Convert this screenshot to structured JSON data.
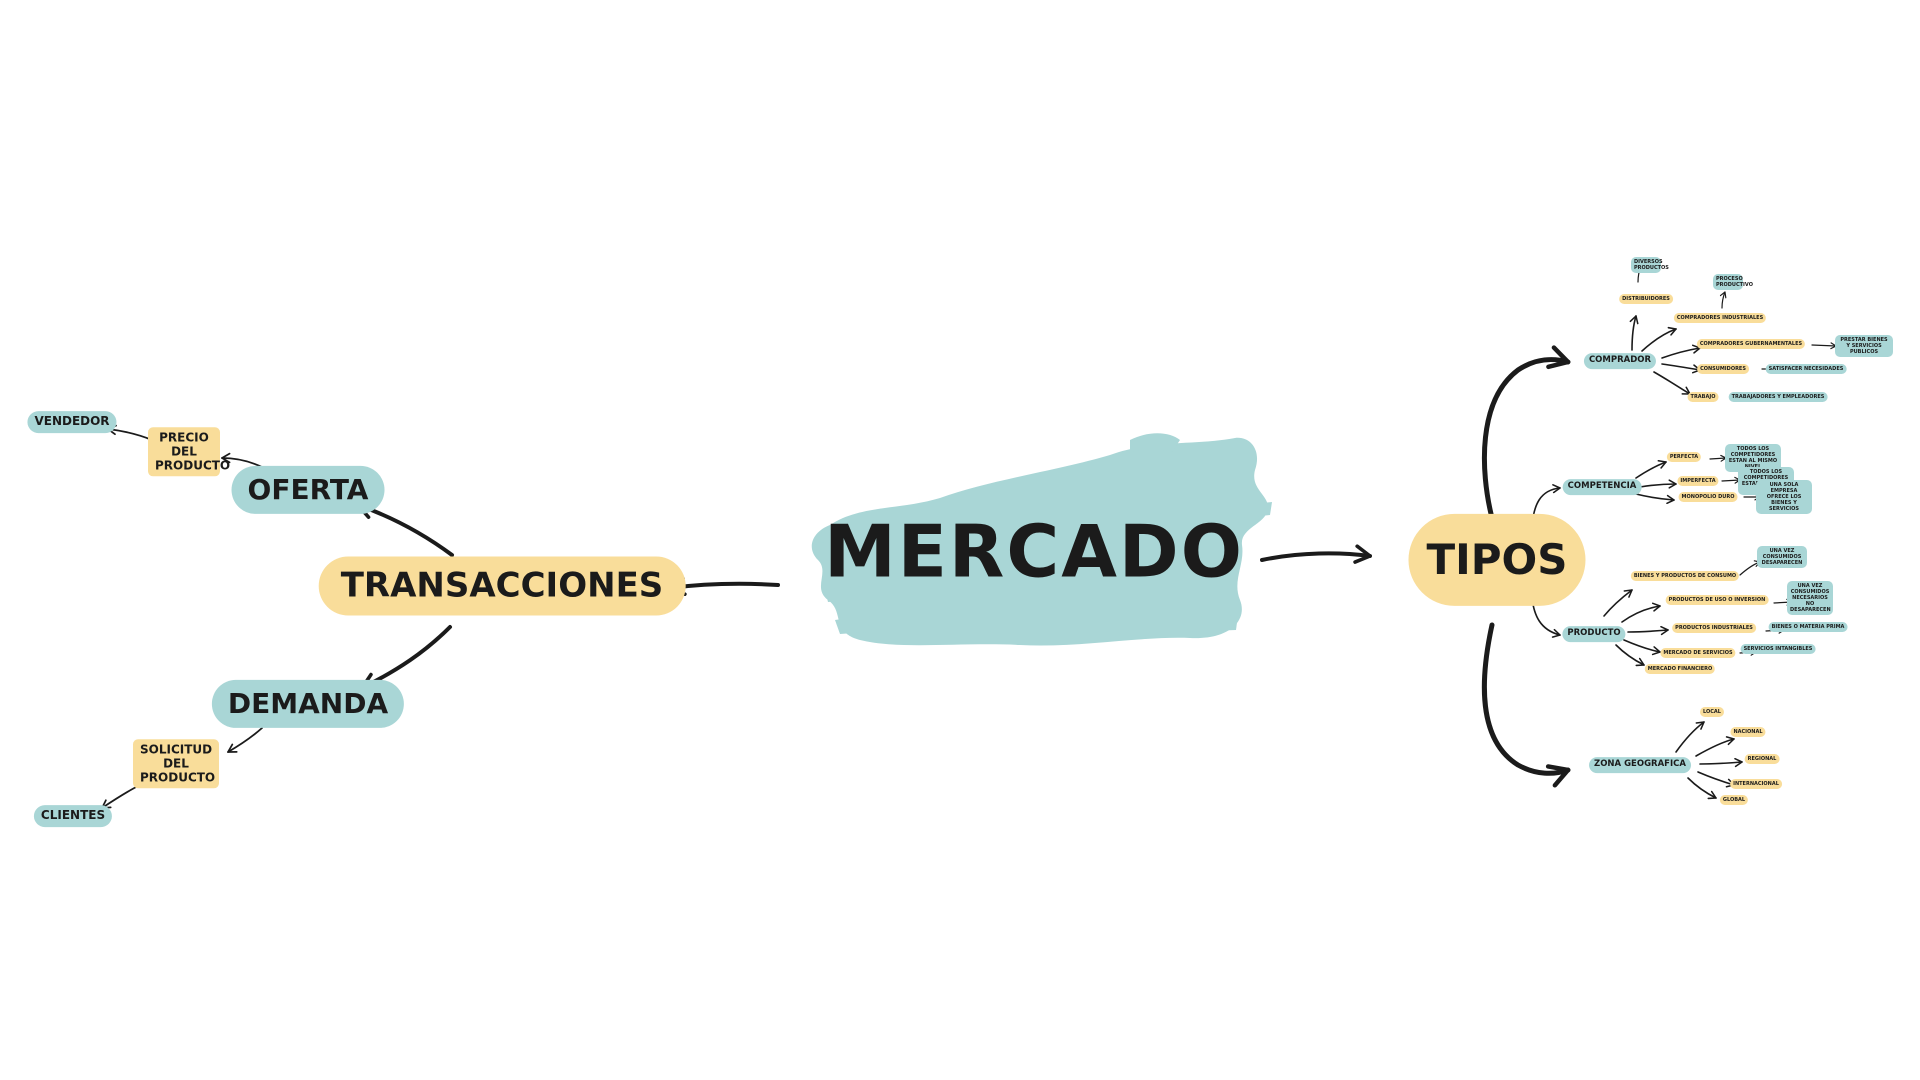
{
  "center": {
    "label": "MERCADO"
  },
  "transacciones": {
    "label": "TRANSACCIONES",
    "oferta": {
      "label": "OFERTA",
      "precio": "PRECIO DEL PRODUCTO",
      "vendedor": "VENDEDOR"
    },
    "demanda": {
      "label": "DEMANDA",
      "solicitud": "SOLICITUD DEL PRODUCTO",
      "clientes": "CLIENTES"
    }
  },
  "tipos": {
    "label": "TIPOS",
    "comprador": {
      "label": "COMPRADOR",
      "distribuidores": "DISTRIBUIDORES",
      "distribuidores_note": "DIVERSOS PRODUCTOS",
      "industriales": "COMPRADORES INDUSTRIALES",
      "industriales_note": "PROCESO PRODUCTIVO",
      "gubernamentales": "COMPRADORES GUBERNAMENTALES",
      "gubernamentales_note": "PRESTAR BIENES Y SERVICIOS PUBLICOS",
      "consumidores": "CONSUMIDORES",
      "consumidores_note": "SATISFACER NECESIDADES",
      "trabajo": "TRABAJO",
      "trabajo_note": "TRABAJADORES Y EMPLEADORES"
    },
    "competencia": {
      "label": "COMPETENCIA",
      "perfecta": "PERFECTA",
      "perfecta_note": "TODOS LOS COMPETIDORES ESTAN AL MISMO NIVEL",
      "imperfecta": "IMPERFECTA",
      "imperfecta_note": "TODOS LOS COMPETIDORES ESTAN AL MISMO NIVEL",
      "monopolio": "MONOPOLIO DURO",
      "monopolio_note": "UNA SOLA EMPRESA OFRECE LOS BIENES Y SERVICIOS"
    },
    "producto": {
      "label": "PRODUCTO",
      "bienes_consumo": "BIENES Y PRODUCTOS DE CONSUMO",
      "bienes_consumo_note": "UNA VEZ CONSUMIDOS DESAPARECEN",
      "uso_inversion": "PRODUCTOS DE USO O INVERSION",
      "uso_inversion_note": "UNA VEZ CONSUMIDOS NECESARIOS NO DESAPARECEN",
      "industriales": "PRODUCTOS INDUSTRIALES",
      "industriales_note": "BIENES O MATERIA PRIMA",
      "servicios": "MERCADO DE SERVICIOS",
      "servicios_note": "SERVICIOS INTANGIBLES",
      "financiero": "MERCADO FINANCIERO"
    },
    "zona": {
      "label": "ZONA GEOGRAFICA",
      "local": "LOCAL",
      "nacional": "NACIONAL",
      "regional": "REGIONAL",
      "internacional": "INTERNACIONAL",
      "global": "GLOBAL"
    }
  },
  "colors": {
    "teal": "#a9d6d6",
    "yellow": "#f9dd9a",
    "ink": "#1b1b1b"
  }
}
